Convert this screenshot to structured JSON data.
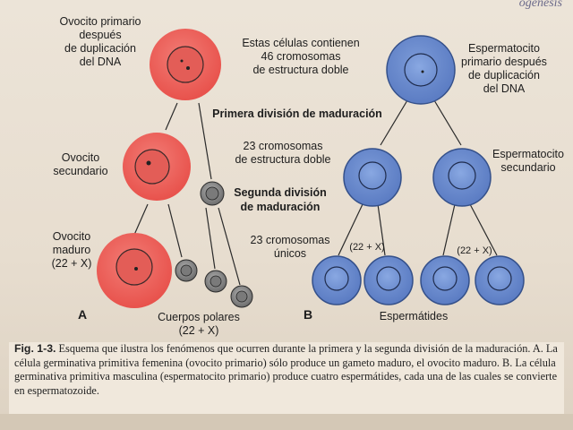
{
  "header": {
    "running_head": "ogenesis"
  },
  "labels": {
    "ovocito_primario": [
      "Ovocito primario",
      "después",
      "de duplicación",
      "del DNA"
    ],
    "cells_46": [
      "Estas células contienen",
      "46 cromosomas",
      "de estructura doble"
    ],
    "espermatocito_primario": [
      "Espermatocito",
      "primario después",
      "de duplicación",
      "del DNA"
    ],
    "primera_division": "Primera división de maduración",
    "ovocito_secundario": [
      "Ovocito",
      "secundario"
    ],
    "cromosomas_23_doble": [
      "23 cromosomas",
      "de estructura doble"
    ],
    "espermatocito_secundario": [
      "Espermatocito",
      "secundario"
    ],
    "segunda_division": [
      "Segunda división",
      "de maduración"
    ],
    "ovocito_maduro": [
      "Ovocito",
      "maduro",
      "(22 + X)"
    ],
    "cromosomas_23_unicos": [
      "23 cromosomas",
      "únicos"
    ],
    "haploid_left": "(22 + X)",
    "haploid_right": "(22 + X)",
    "panel_a": "A",
    "panel_b": "B",
    "cuerpos_polares": [
      "Cuerpos polares",
      "(22 + X)"
    ],
    "espermatides": "Espermátides"
  },
  "caption": {
    "fig": "Fig. 1-3.",
    "text": "Esquema que ilustra los fenómenos que ocurren durante la primera y la segunda división de la maduración. A. La célula germinativa primitiva femenina (ovocito primario) sólo produce un gameto maduro, el ovocito maduro. B. La célula germinativa primitiva masculina (espermatocito primario) produce cuatro espermátides, cada una de las cuales se convierte en espermatozoide."
  },
  "colors": {
    "oocyte_fill": "#ee6a64",
    "oocyte_stroke": "#c9423e",
    "sperm_fill": "#6f8fd0",
    "sperm_stroke": "#34508a",
    "polar_fill": "#8a8a8a",
    "background": "#e9e0d3"
  }
}
